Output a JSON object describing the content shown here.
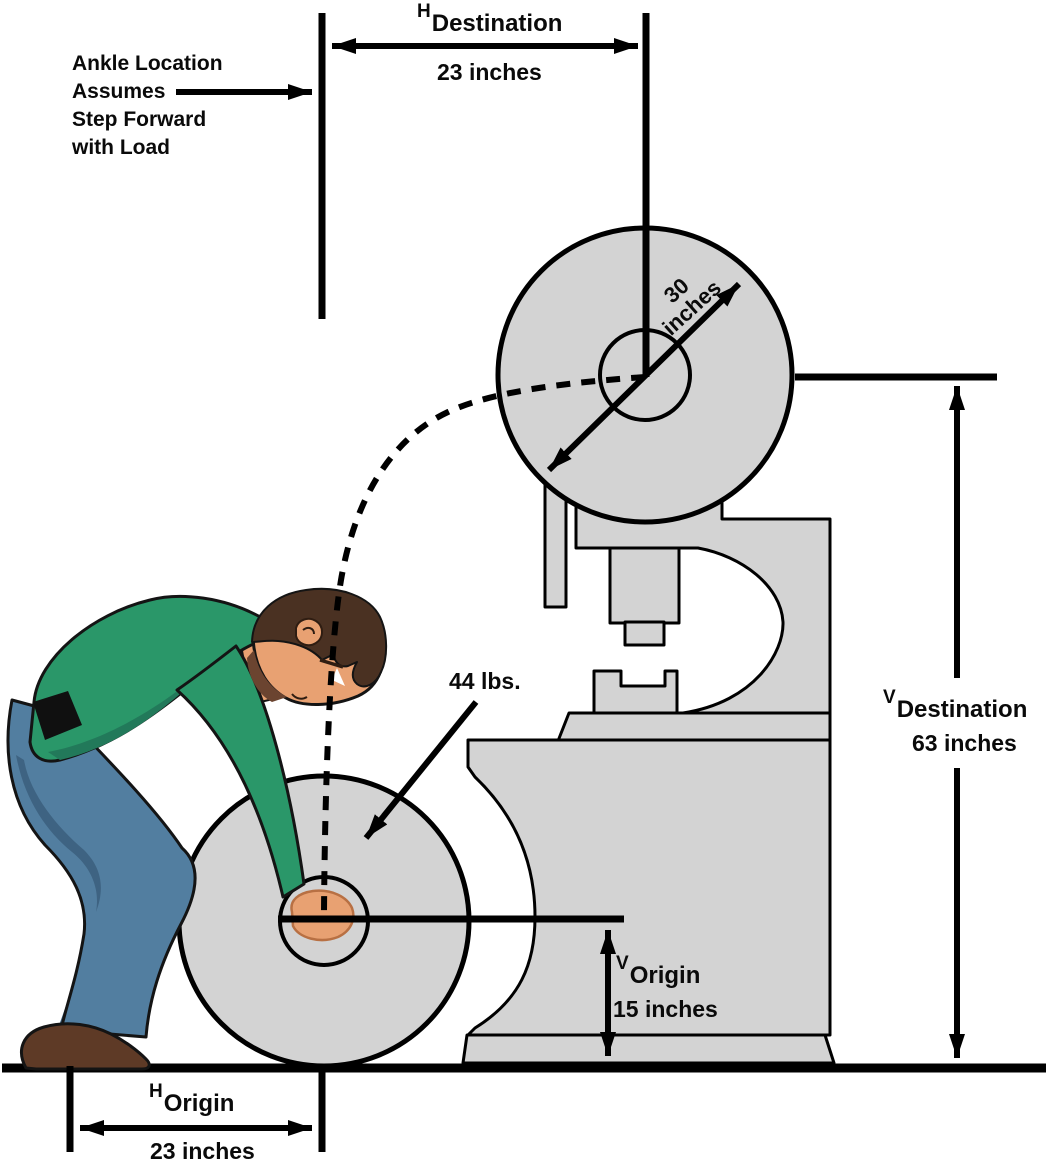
{
  "annotations": {
    "ankle_note": {
      "line1": "Ankle Location",
      "line2": "Assumes",
      "line3": "Step Forward",
      "line4": "with Load"
    },
    "h_destination": {
      "symbol": "H",
      "subscript": "Destination",
      "value": "23 inches"
    },
    "h_origin": {
      "symbol": "H",
      "subscript": "Origin",
      "value": "23 inches"
    },
    "v_destination": {
      "symbol": "V",
      "subscript": "Destination",
      "value": "63 inches"
    },
    "v_origin": {
      "symbol": "V",
      "subscript": "Origin",
      "value": "15 inches"
    },
    "load_weight": {
      "value": "44 lbs."
    },
    "reel_diameter": {
      "line1": "30",
      "line2": "inches"
    }
  },
  "colors": {
    "machine_gray": "#d3d3d3",
    "outline_black": "#000000",
    "sweater_green": "#2a9769",
    "sweater_shade": "#22795a",
    "jeans_blue": "#527ea0",
    "jeans_shadow": "#3c607e",
    "skin_tan": "#e8a172",
    "hair_brown": "#4a3122",
    "shoe_brown": "#5e3a26",
    "belt_black": "#101010"
  }
}
